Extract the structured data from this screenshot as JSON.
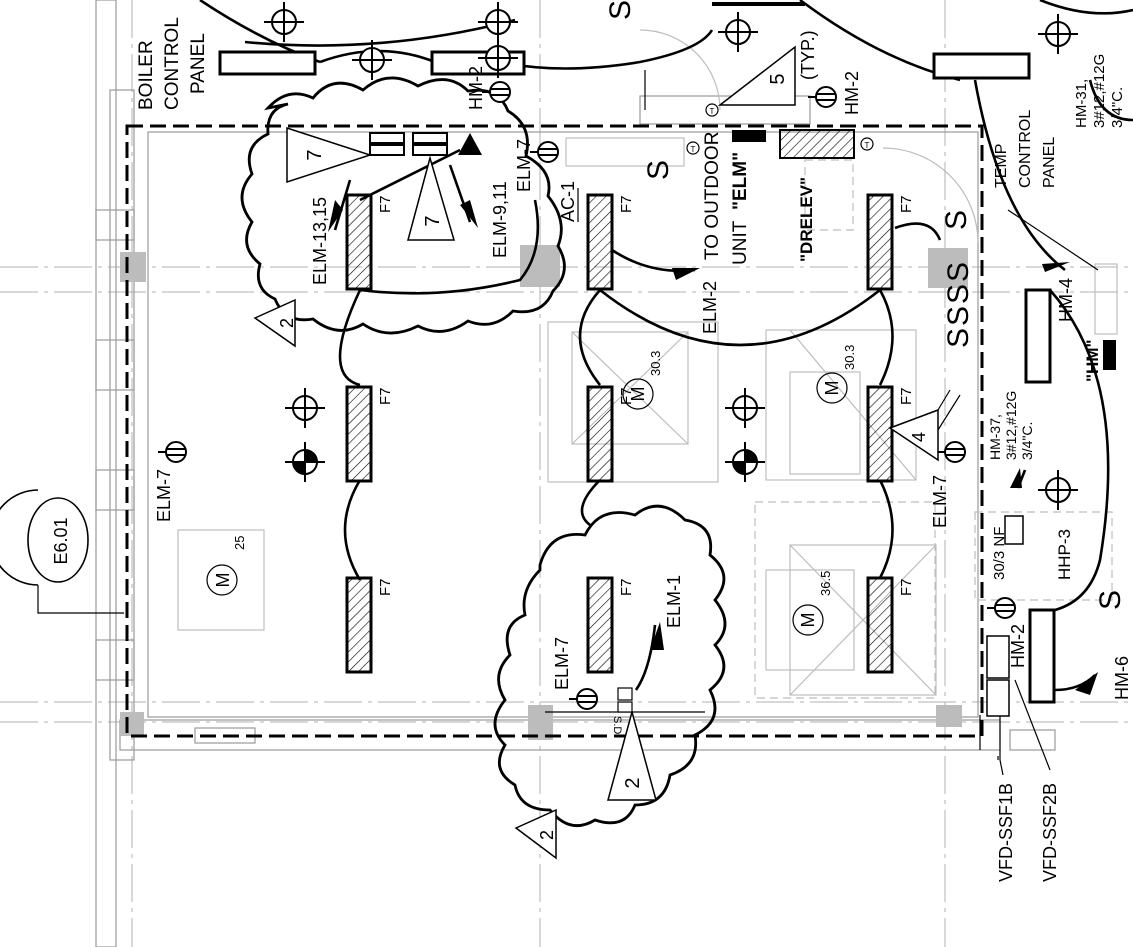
{
  "drawing": {
    "section_tag": "E6.01",
    "boiler_panel": [
      "BOILER",
      "CONTROL",
      "PANEL"
    ],
    "temp_panel": [
      "TEMP",
      "CONTROL",
      "PANEL"
    ],
    "fixture_type": "F7",
    "typ": "(TYP.)",
    "ac_unit": "AC-1",
    "outdoor_unit": [
      "TO OUTDOOR",
      "UNIT"
    ],
    "elm_quote": "\"ELM\"",
    "drelev_quote": "\"DRELEV\"",
    "hm_quote": "\"HM\"",
    "hhp": "HHP-3",
    "breaker": "30/3 NF",
    "vfd": [
      "VFD-SSF1B",
      "VFD-SSF2B"
    ],
    "sd": "S.D.",
    "motor_symbol": "M",
    "switch_symbol": "S",
    "thermostat": "T"
  },
  "circuits": {
    "hm2": "HM-2",
    "elm7": "ELM-7",
    "elm1315": "ELM-13,15",
    "elm911": "ELM-9,11",
    "elm2": "ELM-2",
    "elm1": "ELM-1",
    "hm4": "HM-4",
    "hm6": "HM-6",
    "hm31": [
      "HM-31,",
      "3#12,#12G",
      "3/4\"C."
    ],
    "hm37": [
      "HM-37,",
      "3#12,#12G",
      "3/4\"C."
    ]
  },
  "motors": [
    "25",
    "30.3",
    "30.3",
    "36.5"
  ],
  "deltas": [
    "7",
    "7",
    "5",
    "2",
    "2",
    "2",
    "4"
  ],
  "icons": [
    "outlet-crosshair-icon",
    "duplex-receptacle-icon",
    "switch-icon",
    "motor-icon",
    "revision-delta-icon",
    "thermostat-icon",
    "homerun-arrow-icon"
  ]
}
